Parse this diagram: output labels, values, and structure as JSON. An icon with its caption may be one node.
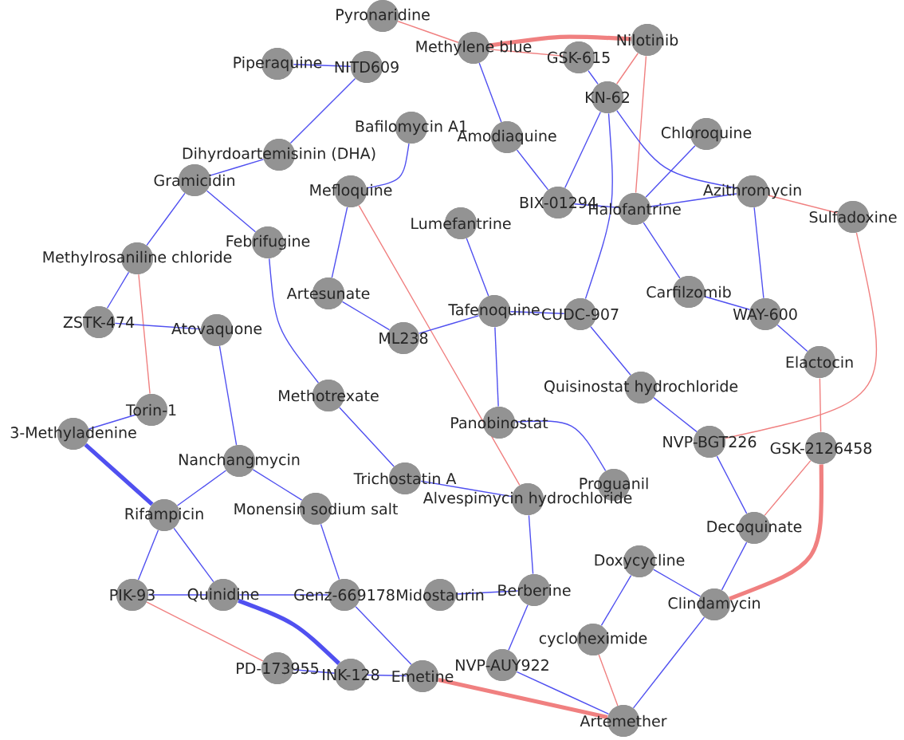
{
  "diagram": {
    "nodes": [
      {
        "text": [
          "Pyronaridine"
        ]
      },
      {
        "text": [
          "Piperaquine"
        ]
      },
      {
        "text": [
          "NITD609"
        ]
      },
      {
        "text": [
          "Methylene blue"
        ]
      },
      {
        "text": [
          "GSK-615"
        ]
      },
      {
        "text": [
          "Nilotinib"
        ]
      },
      {
        "text": [
          "KN-62"
        ]
      },
      {
        "text": [
          "Bafilomycin A1"
        ]
      },
      {
        "text": [
          "Amodiaquine"
        ]
      },
      {
        "text": [
          "Chloroquine"
        ]
      },
      {
        "text": [
          "Dihyrdoartemisinin (DHA)"
        ]
      },
      {
        "text": [
          "Gramicidin"
        ]
      },
      {
        "text": [
          "Mefloquine"
        ]
      },
      {
        "text": [
          "Lumefantrine"
        ]
      },
      {
        "text": [
          "BIX-01294"
        ]
      },
      {
        "text": [
          "Halofantrine"
        ]
      },
      {
        "text": [
          "Azithromycin"
        ]
      },
      {
        "text": [
          "Sulfadoxine"
        ]
      },
      {
        "text": [
          "Methylrosaniline chloride"
        ]
      },
      {
        "text": [
          "Febrifugine"
        ]
      },
      {
        "text": [
          "Artesunate"
        ]
      },
      {
        "text": [
          "Carfilzomib"
        ]
      },
      {
        "text": [
          "WAY-600"
        ]
      },
      {
        "text": [
          "Elactocin"
        ]
      },
      {
        "text": [
          "ZSTK-474"
        ]
      },
      {
        "text": [
          "Atovaquone"
        ]
      },
      {
        "text": [
          "ML238"
        ]
      },
      {
        "text": [
          "Tafenoquine"
        ]
      },
      {
        "text": [
          "CUDC-907"
        ]
      },
      {
        "text": [
          "Torin-1"
        ]
      },
      {
        "text": [
          "3-Methyladenine"
        ]
      },
      {
        "text": [
          "Methotrexate"
        ]
      },
      {
        "text": [
          "Quisinostat hydrochloride"
        ]
      },
      {
        "text": [
          "Nanchangmycin"
        ]
      },
      {
        "text": [
          "Panobinostat"
        ]
      },
      {
        "text": [
          "Trichostatin A"
        ]
      },
      {
        "text": [
          "Rifampicin"
        ]
      },
      {
        "text": [
          "Monensin sodium salt"
        ]
      },
      {
        "text": [
          "NVP-BGT226"
        ]
      },
      {
        "text": [
          "GSK-2126458"
        ]
      },
      {
        "text": [
          "Proguanil"
        ]
      },
      {
        "text": [
          "Alvespimycin hydrochloride"
        ]
      },
      {
        "text": [
          "Decoquinate"
        ]
      },
      {
        "text": [
          "PIK-93"
        ]
      },
      {
        "text": [
          "Quinidine"
        ]
      },
      {
        "text": [
          "Genz-669178"
        ]
      },
      {
        "text": [
          "Midostaurin"
        ]
      },
      {
        "text": [
          "Berberine"
        ]
      },
      {
        "text": [
          "Doxycycline"
        ]
      },
      {
        "text": [
          "Clindamycin"
        ]
      },
      {
        "text": [
          "cycloheximide"
        ]
      },
      {
        "text": [
          "PD-173955"
        ]
      },
      {
        "text": [
          "INK-128"
        ]
      },
      {
        "text": [
          "Emetine"
        ]
      },
      {
        "text": [
          "NVP-AUY922"
        ]
      },
      {
        "text": [
          "Artemether"
        ]
      }
    ],
    "edges": [
      {
        "from": 0,
        "to": 3,
        "arrow": "none",
        "color": "#f08080"
      },
      {
        "from": 1,
        "to": 2,
        "arrow": "none"
      },
      {
        "from": 2,
        "to": 10,
        "arrow": "none"
      },
      {
        "from": 3,
        "to": 4,
        "arrow": "none",
        "color": "#f08080"
      },
      {
        "from": 3,
        "to": 5,
        "arrow": "none",
        "color": "#f08080",
        "style": "thick"
      },
      {
        "from": 3,
        "to": 8,
        "arrow": "none"
      },
      {
        "from": 4,
        "to": 6,
        "arrow": "none"
      },
      {
        "from": 5,
        "to": 6,
        "arrow": "none",
        "color": "#f08080"
      },
      {
        "from": 5,
        "to": 15,
        "arrow": "none",
        "color": "#f08080"
      },
      {
        "from": 6,
        "to": 14,
        "arrow": "none"
      },
      {
        "from": 6,
        "to": 16,
        "arrow": "none"
      },
      {
        "from": 6,
        "to": 28,
        "arrow": "none"
      },
      {
        "from": 7,
        "to": 12,
        "arrow": "none"
      },
      {
        "from": 8,
        "to": 14,
        "arrow": "none"
      },
      {
        "from": 9,
        "to": 15,
        "arrow": "none"
      },
      {
        "from": 10,
        "to": 11,
        "arrow": "none"
      },
      {
        "from": 11,
        "to": 18,
        "arrow": "none"
      },
      {
        "from": 11,
        "to": 19,
        "arrow": "none"
      },
      {
        "from": 12,
        "to": 20,
        "arrow": "none"
      },
      {
        "from": 12,
        "to": 41,
        "arrow": "none",
        "color": "#f08080"
      },
      {
        "from": 13,
        "to": 27,
        "arrow": "none"
      },
      {
        "from": 14,
        "to": 15,
        "arrow": "none"
      },
      {
        "from": 15,
        "to": 21,
        "arrow": "none"
      },
      {
        "from": 15,
        "to": 16,
        "arrow": "none"
      },
      {
        "from": 16,
        "to": 22,
        "arrow": "none"
      },
      {
        "from": 16,
        "to": 17,
        "arrow": "none",
        "color": "#f08080"
      },
      {
        "from": 17,
        "to": 38,
        "arrow": "none",
        "color": "#f08080"
      },
      {
        "from": 18,
        "to": 24,
        "arrow": "none"
      },
      {
        "from": 18,
        "to": 29,
        "arrow": "none",
        "color": "#f08080"
      },
      {
        "from": 19,
        "to": 31,
        "arrow": "none"
      },
      {
        "from": 20,
        "to": 26,
        "arrow": "none"
      },
      {
        "from": 21,
        "to": 22,
        "arrow": "none"
      },
      {
        "from": 22,
        "to": 23,
        "arrow": "none"
      },
      {
        "from": 23,
        "to": 39,
        "arrow": "none",
        "color": "#f08080"
      },
      {
        "from": 24,
        "to": 25,
        "arrow": "none"
      },
      {
        "from": 25,
        "to": 33,
        "arrow": "none"
      },
      {
        "from": 26,
        "to": 27,
        "arrow": "none"
      },
      {
        "from": 27,
        "to": 28,
        "arrow": "none"
      },
      {
        "from": 27,
        "to": 34,
        "arrow": "none"
      },
      {
        "from": 28,
        "to": 32,
        "arrow": "none"
      },
      {
        "from": 29,
        "to": 30,
        "arrow": "none"
      },
      {
        "from": 30,
        "to": 36,
        "arrow": "none",
        "style": "thick"
      },
      {
        "from": 31,
        "to": 35,
        "arrow": "none"
      },
      {
        "from": 32,
        "to": 38,
        "arrow": "none"
      },
      {
        "from": 33,
        "to": 36,
        "arrow": "none"
      },
      {
        "from": 33,
        "to": 37,
        "arrow": "none"
      },
      {
        "from": 34,
        "to": 40,
        "arrow": "none"
      },
      {
        "from": 35,
        "to": 41,
        "arrow": "none"
      },
      {
        "from": 36,
        "to": 43,
        "arrow": "none"
      },
      {
        "from": 37,
        "to": 45,
        "arrow": "none"
      },
      {
        "from": 38,
        "to": 42,
        "arrow": "none"
      },
      {
        "from": 39,
        "to": 42,
        "arrow": "none",
        "color": "#f08080"
      },
      {
        "from": 39,
        "to": 49,
        "arrow": "none",
        "color": "#f08080",
        "style": "thick"
      },
      {
        "from": 41,
        "to": 47,
        "arrow": "none"
      },
      {
        "from": 42,
        "to": 49,
        "arrow": "none"
      },
      {
        "from": 43,
        "to": 51,
        "arrow": "none",
        "color": "#f08080"
      },
      {
        "from": 43,
        "to": 44,
        "arrow": "none"
      },
      {
        "from": 44,
        "to": 45,
        "arrow": "none"
      },
      {
        "from": 44,
        "to": 52,
        "arrow": "none",
        "style": "thick"
      },
      {
        "from": 45,
        "to": 53,
        "arrow": "none"
      },
      {
        "from": 46,
        "to": 47,
        "arrow": "none"
      },
      {
        "from": 47,
        "to": 54,
        "arrow": "none"
      },
      {
        "from": 48,
        "to": 49,
        "arrow": "none"
      },
      {
        "from": 48,
        "to": 50,
        "arrow": "none"
      },
      {
        "from": 49,
        "to": 55,
        "arrow": "none"
      },
      {
        "from": 50,
        "to": 55,
        "arrow": "none",
        "color": "#f08080"
      },
      {
        "from": 52,
        "to": 53,
        "arrow": "none"
      },
      {
        "from": 53,
        "to": 55,
        "arrow": "none",
        "color": "#f08080",
        "style": "thick"
      },
      {
        "from": 54,
        "to": 55,
        "arrow": "none"
      },
      {
        "from": 51,
        "to": 52,
        "arrow": "none"
      },
      {
        "from": 36,
        "to": 44,
        "arrow": "none"
      }
    ]
  }
}
